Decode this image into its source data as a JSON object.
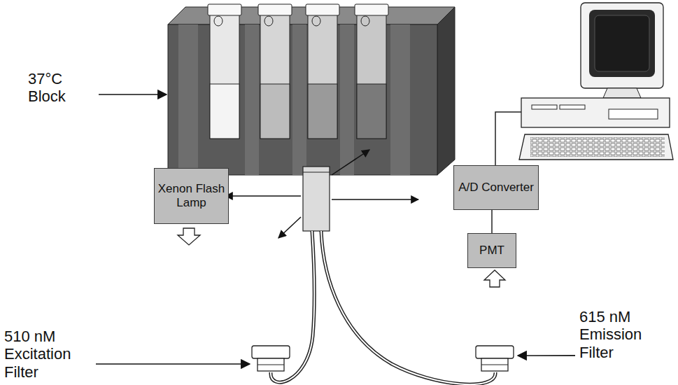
{
  "diagram": {
    "nodes": [
      {
        "text": [
          "Xenon Flash Lamp"
        ]
      },
      {
        "text": [
          "A/D Converter"
        ]
      },
      {
        "text": [
          "PMT"
        ]
      }
    ],
    "edges": [
      {
        "from": 2,
        "to": 1,
        "arrow": "none"
      }
    ],
    "labels": [
      "37°C Block",
      "510 nM Excitation Filter",
      "615 nM Emission Filter"
    ]
  }
}
